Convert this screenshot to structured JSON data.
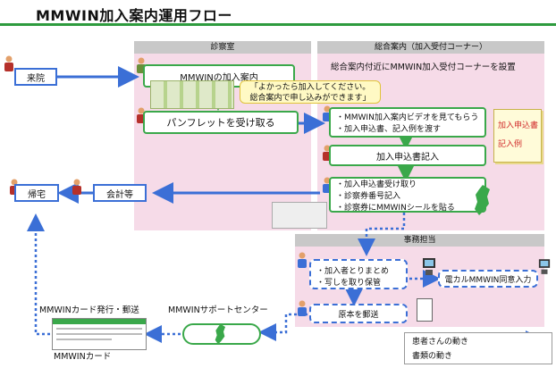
{
  "title": "MMWIN加入案内運用フロー",
  "lanes": {
    "exam": "診察室",
    "reception": "総合案内（加入受付コーナー）",
    "office": "事務担当"
  },
  "reception_note": "総合案内付近にMMWIN加入受付コーナーを設置",
  "nodes": {
    "visit": "来院",
    "go_home": "帰宅",
    "billing": "会計等",
    "guide": "MMWINの加入案内",
    "bubble_line1": "「よかったら加入してください。",
    "bubble_line2": "総合案内で申し込みができます」",
    "pamphlet": "パンフレットを受け取る",
    "video_line1": "・MMWIN加入案内ビデオを見てもらう",
    "video_line2": "・加入申込書、記入例を渡す",
    "doc_form": "加入申込書",
    "doc_example": "記入例",
    "fill_form": "加入申込書記入",
    "receive_line1": "・加入申込書受け取り",
    "receive_line2": "・診察券番号記入",
    "receive_line3": "・診察券にMMWINシールを貼る",
    "collect_line1": "・加入者とりまとめ",
    "collect_line2": "・写しを取り保管",
    "denkaru": "電カルMMWIN同意入力",
    "mail_original": "原本を郵送",
    "support_center": "MMWINサポートセンター",
    "card_issue": "MMWINカード発行・郵送",
    "card": "MMWINカード"
  },
  "legend": {
    "patient": "患者さんの動き",
    "document": "書類の動き"
  },
  "colors": {
    "green": "#3aa84a",
    "blue": "#3b6fd6",
    "pink_lane": "#f6dbe8",
    "header_gray": "#c8c8c8"
  }
}
